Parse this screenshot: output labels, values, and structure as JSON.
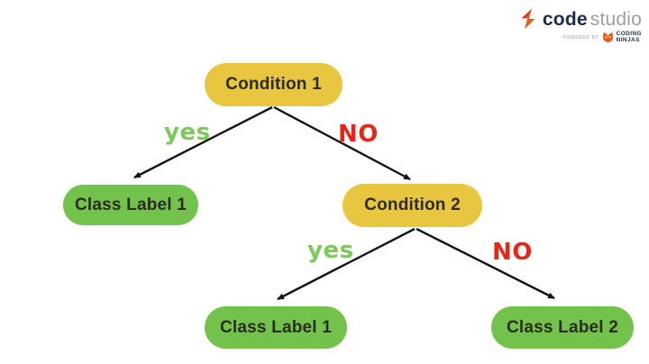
{
  "page": {
    "background": "#ffffff"
  },
  "logo": {
    "brand_bold": "code",
    "brand_light": "studio",
    "powered_by": "POWERED BY",
    "partner_line1": "CODING",
    "partner_line2": "NINJAS"
  },
  "colors": {
    "condition_fill": "#e8c63f",
    "class_fill": "#72c24b",
    "node_text": "#2b2b20",
    "yes_label": "#7cc95b",
    "no_label": "#e52619",
    "edge_line": "#141414",
    "logo_navy": "#1d2b4f",
    "logo_gray": "#9aa0a8",
    "logo_orange": "#f0581f"
  },
  "diagram": {
    "nodes": [
      {
        "label": "Condition 1",
        "type": "condition"
      },
      {
        "label": "Class Label 1",
        "type": "class"
      },
      {
        "label": "Condition 2",
        "type": "condition"
      },
      {
        "label": "Class Label 1",
        "type": "class"
      },
      {
        "label": "Class Label 2",
        "type": "class"
      }
    ],
    "edge_labels": [
      {
        "label": "yes"
      },
      {
        "label": "NO"
      },
      {
        "label": "yes"
      },
      {
        "label": "NO"
      }
    ]
  }
}
